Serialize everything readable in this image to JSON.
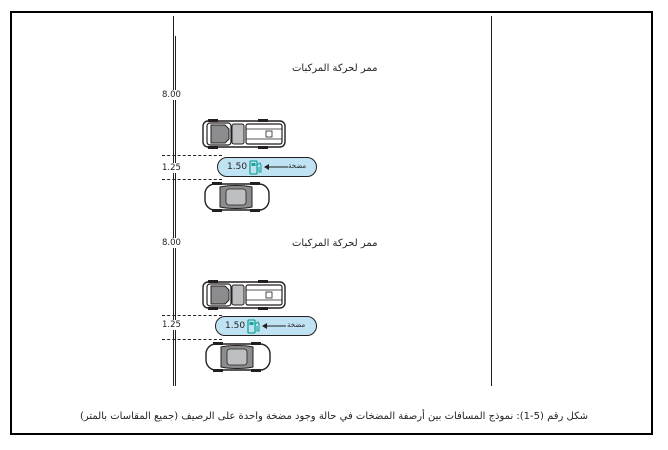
{
  "diagram": {
    "lane_label_1": "ممر لحركة المركبات",
    "lane_label_2": "ممر لحركة المركبات",
    "dim_lane_1": "8.00",
    "dim_island_1": "1.25",
    "dim_lane_2": "8.00",
    "dim_island_2": "1.25",
    "island_1": {
      "width_value": "1.50",
      "pump_label": "مضخة"
    },
    "island_2": {
      "width_value": "1.50",
      "pump_label": "مضخة"
    },
    "colors": {
      "island_fill": "#bfe3f3",
      "pump_green": "#1aa39a",
      "line": "#231f20"
    },
    "icons": [
      "pickup-truck-icon",
      "sedan-icon",
      "fuel-pump-icon",
      "arrow-left-icon"
    ]
  },
  "caption": "شكل رقم (5-1): نموذج المسافات بين أرصفة المضخات في حالة وجود مضخة واحدة على الرصيف (جميع المقاسات بالمتر)"
}
